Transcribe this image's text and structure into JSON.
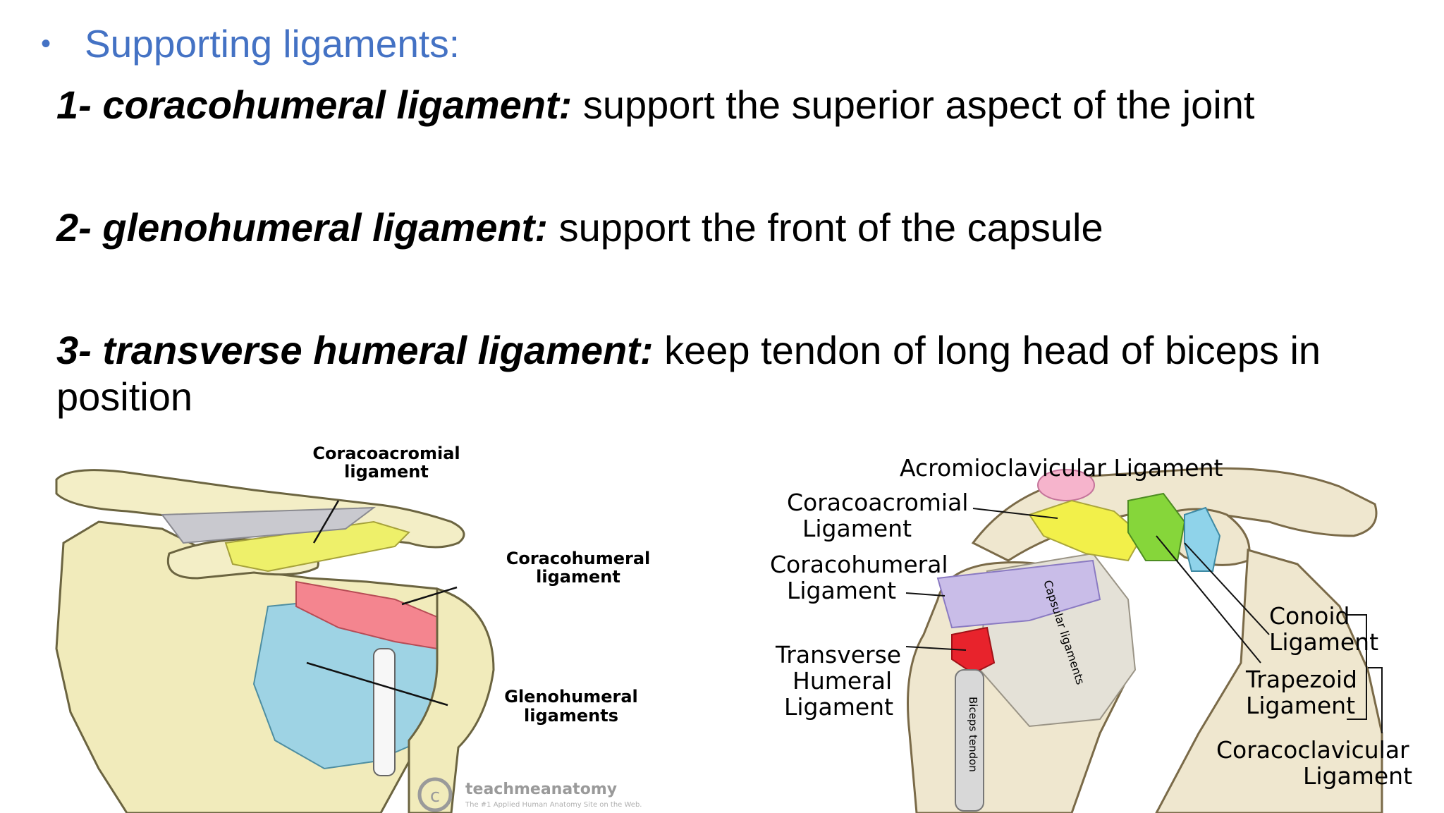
{
  "heading": {
    "bullet": "•",
    "text": "Supporting ligaments:"
  },
  "ligaments": [
    {
      "term": "1- coracohumeral ligament:",
      "desc": "support the superior aspect of the joint"
    },
    {
      "term": "2- glenohumeral ligament:",
      "desc": "support the front of the capsule"
    },
    {
      "term": "3- transverse humeral ligament:",
      "desc": "keep tendon of long head of biceps in position"
    }
  ],
  "left_figure": {
    "labels": {
      "coracoacromial_1": "Coracoacromial",
      "coracoacromial_2": "ligament",
      "coracohumeral_1": "Coracohumeral",
      "coracohumeral_2": "ligament",
      "glenohumeral_1": "Glenohumeral",
      "glenohumeral_2": "ligaments"
    },
    "watermark": "teachmeanatomy",
    "watermark_sub": "The #1 Applied Human Anatomy Site on the Web."
  },
  "right_figure": {
    "labels": {
      "acromioclavicular": "Acromioclavicular Ligament",
      "coracoacromial_1": "Coracoacromial",
      "coracoacromial_2": "Ligament",
      "coracohumeral_1": "Coracohumeral",
      "coracohumeral_2": "Ligament",
      "transverse_1": "Transverse",
      "transverse_2": "Humeral",
      "transverse_3": "Ligament",
      "conoid_1": "Conoid",
      "conoid_2": "Ligament",
      "trapezoid_1": "Trapezoid",
      "trapezoid_2": "Ligament",
      "coracoclavicular_1": "Coracoclavicular",
      "coracoclavicular_2": "Ligament",
      "capsular": "Capsular ligaments",
      "biceps": "Biceps tendon"
    }
  },
  "colors": {
    "heading_blue": "#4472c4",
    "bone": "#f1ebbb",
    "coracoacromial": "#eef06a",
    "coracohumeral_left": "#f4858f",
    "glenohumeral": "#9ed3e4",
    "acromioclavicular": "#f6b4cc",
    "coracohumeral_right": "#c9bde8",
    "transverse_humeral": "#e8232c",
    "conoid": "#8fd3ea",
    "trapezoid": "#86d63a"
  }
}
